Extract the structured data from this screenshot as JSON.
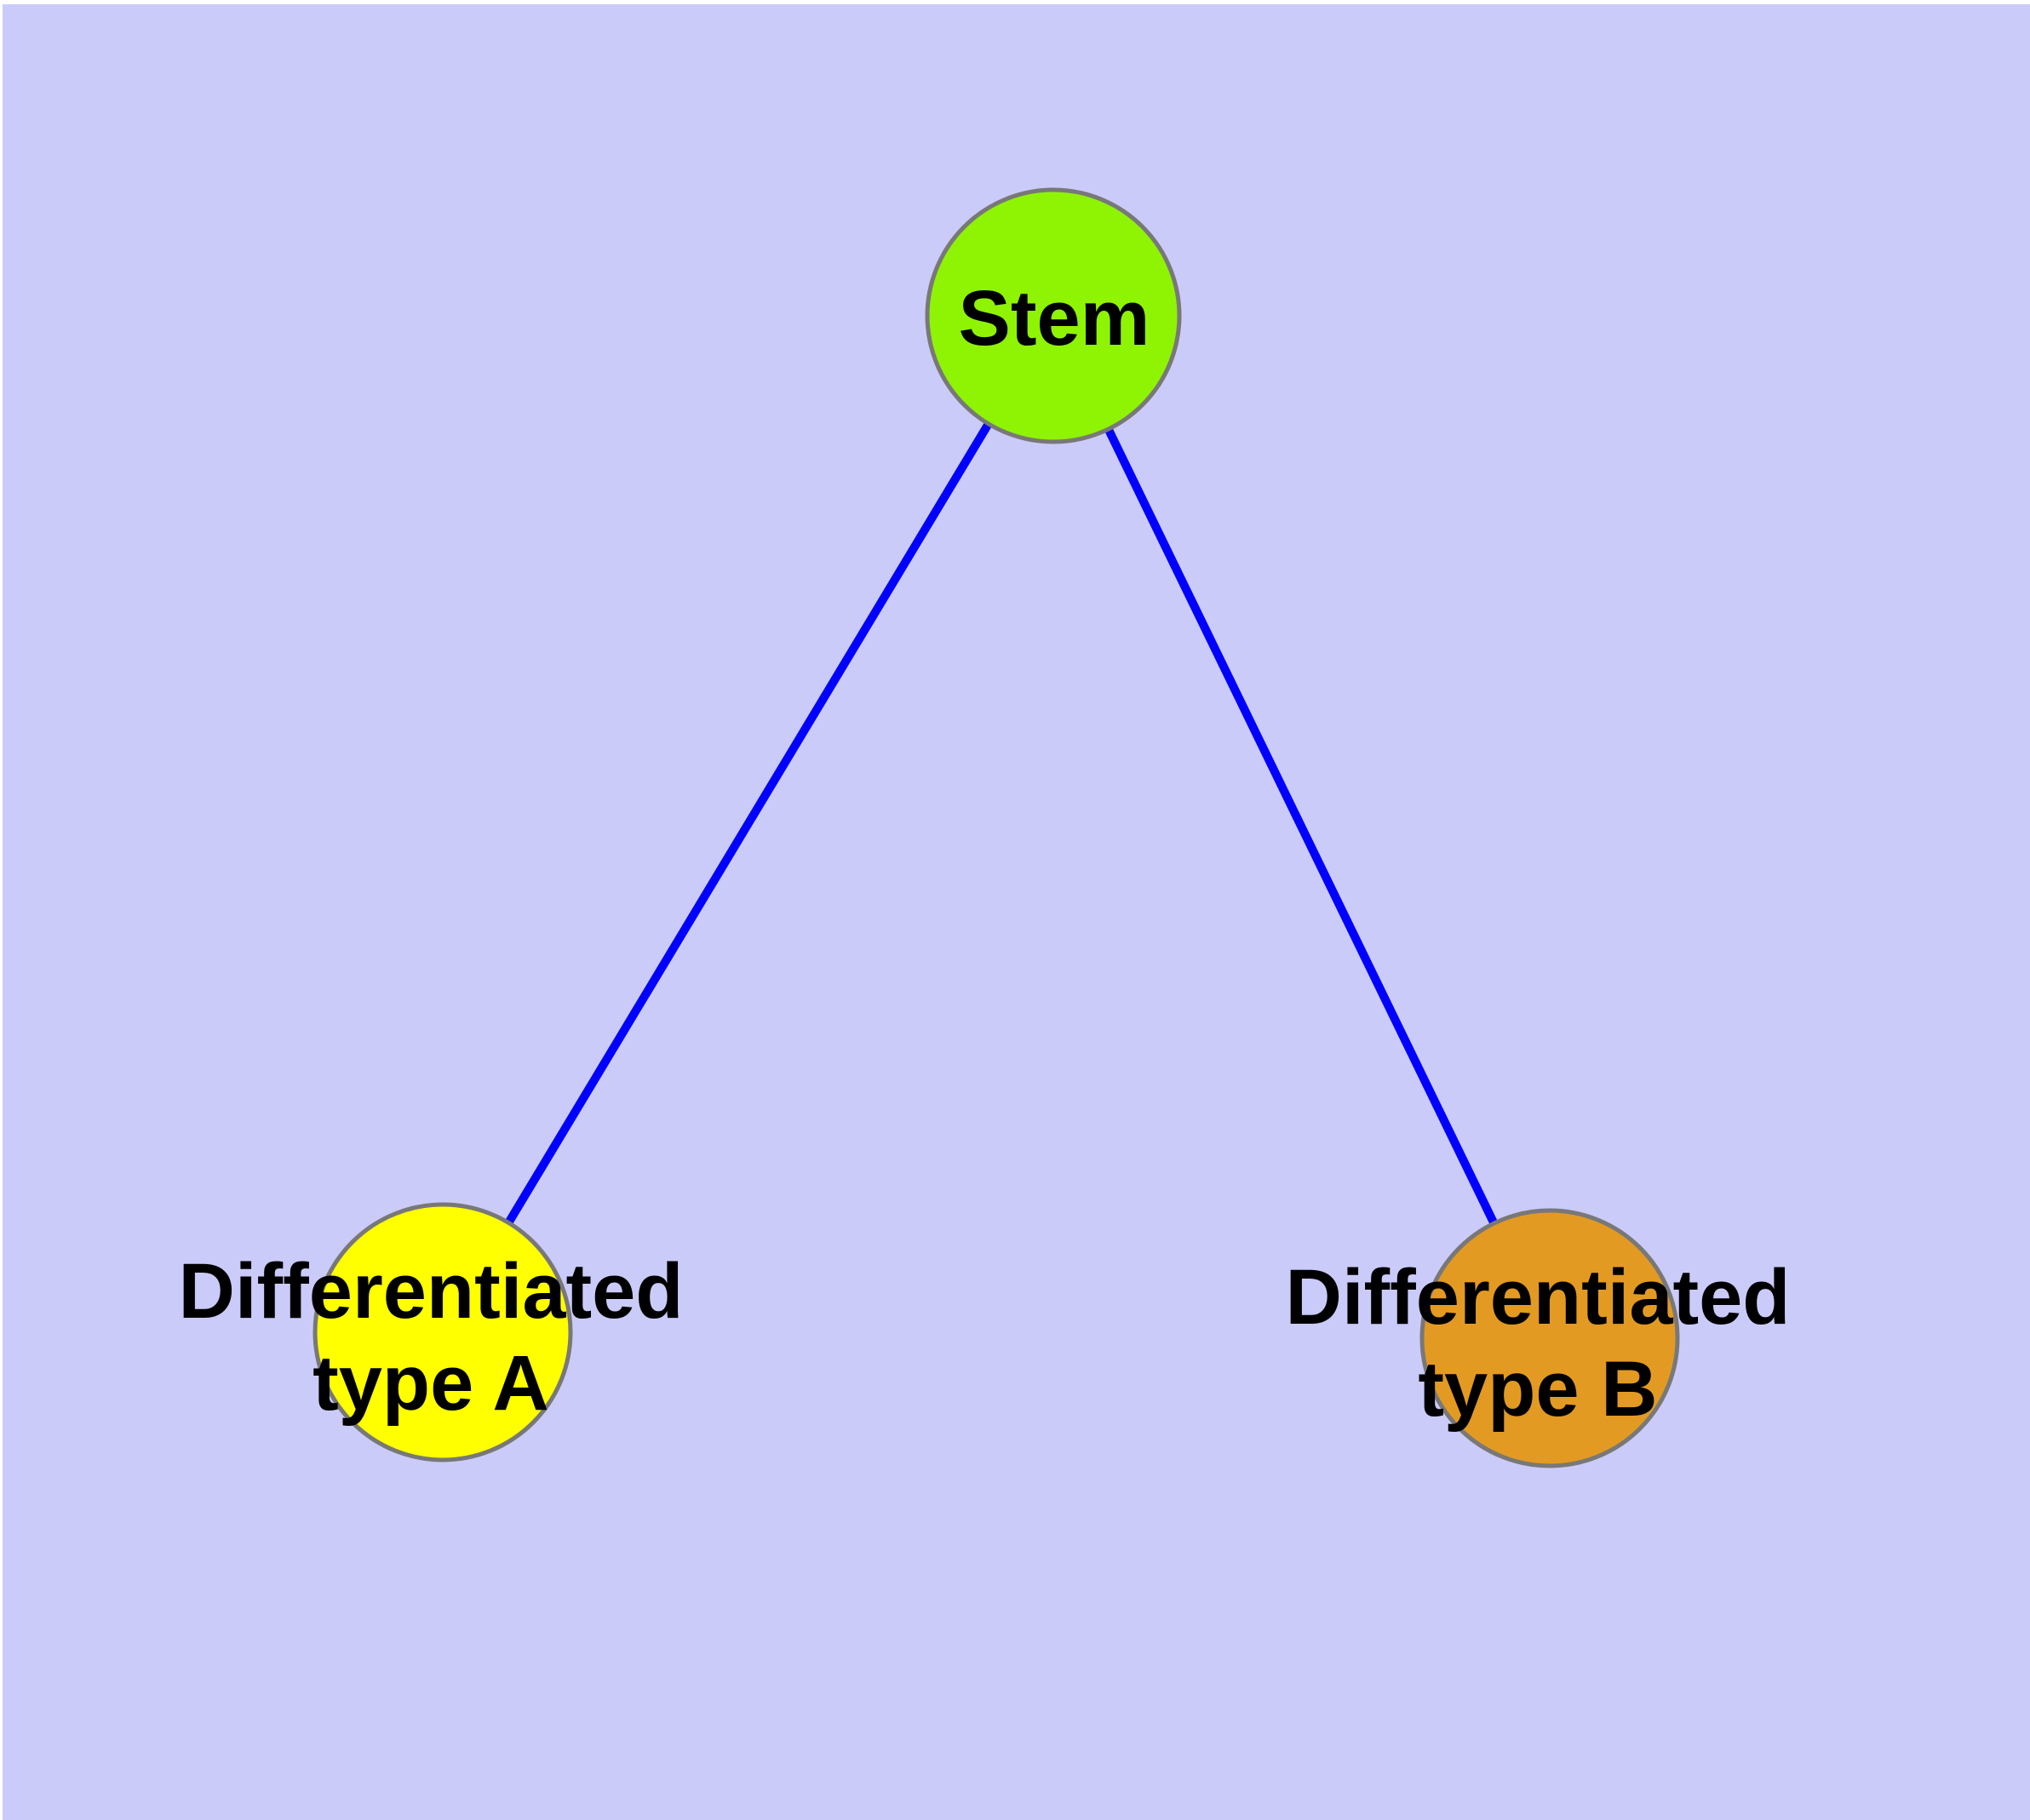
{
  "diagram": {
    "type": "graph",
    "background_color": "#CBCBFA",
    "frame_color": "#FFFFFF",
    "edge_color": "#0000FF",
    "node_border_color": "#787878",
    "text_color": "#000000",
    "nodes": [
      {
        "id": "stem",
        "label": "Stem",
        "fill": "#8FF304",
        "shape": "circle"
      },
      {
        "id": "differentiated-type-a",
        "label": "Differentiated type A",
        "label_line1": "Differentiated",
        "label_line2": "type A",
        "fill": "#FFFF00",
        "shape": "circle"
      },
      {
        "id": "differentiated-type-b",
        "label": "Differentiated type B",
        "label_line1": "Differentiated",
        "label_line2": "type B",
        "fill": "#E39A22",
        "shape": "circle"
      }
    ],
    "edges": [
      {
        "from": "Stem",
        "to": "Differentiated type A"
      },
      {
        "from": "Stem",
        "to": "Differentiated type B"
      }
    ]
  }
}
